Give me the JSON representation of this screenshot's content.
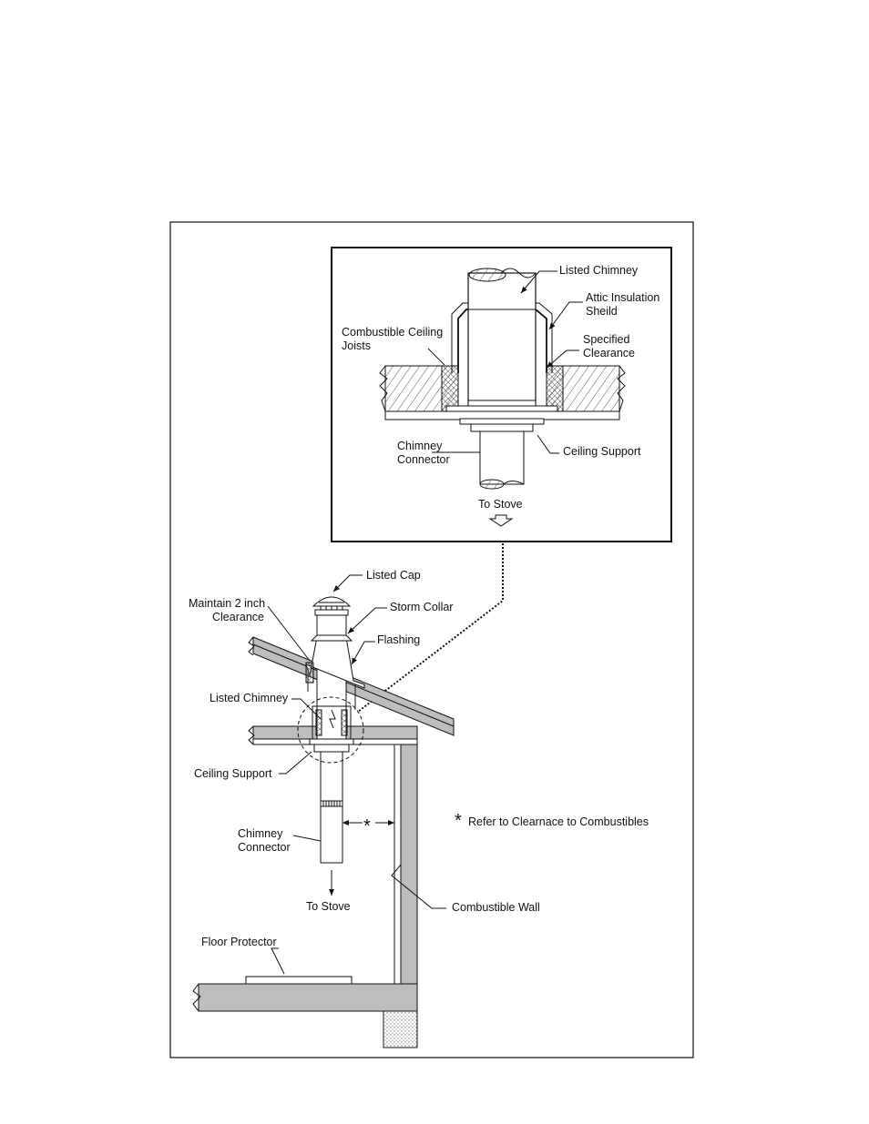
{
  "detail": {
    "listed_chimney": "Listed Chimney",
    "attic_shield": [
      "Attic Insulation",
      "Sheild"
    ],
    "joists": [
      "Combustible Ceiling",
      "Joists"
    ],
    "clearance": [
      "Specified",
      "Clearance"
    ],
    "connector": [
      "Chimney",
      "Connector"
    ],
    "ceiling_support": "Ceiling Support",
    "to_stove": "To Stove"
  },
  "main": {
    "listed_cap": "Listed Cap",
    "maintain": [
      "Maintain 2 inch",
      "Clearance"
    ],
    "storm_collar": "Storm Collar",
    "flashing": "Flashing",
    "listed_chimney": "Listed Chimney",
    "ceiling_support": "Ceiling Support",
    "connector": [
      "Chimney",
      "Connector"
    ],
    "to_stove": "To Stove",
    "asterisk": "*",
    "note_star": "*",
    "note": "Refer to Clearnace to Combustibles",
    "combustible_wall": "Combustible Wall",
    "floor_protector": "Floor Protector"
  },
  "colors": {
    "line": "#111111",
    "wall_fill": "#bdbdbd",
    "hatch": "#555555"
  }
}
